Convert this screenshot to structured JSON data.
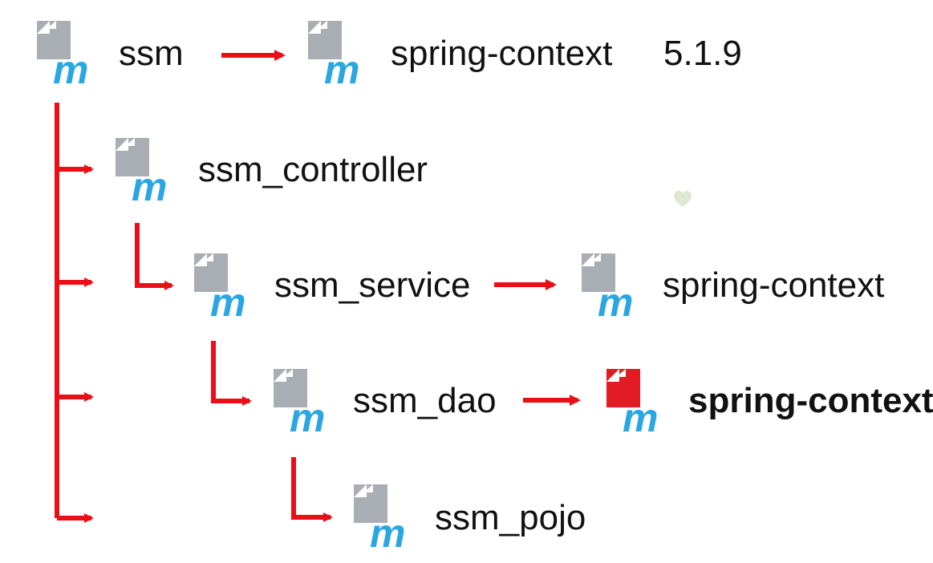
{
  "nodes": {
    "ssm": {
      "label": "ssm"
    },
    "spring_context_top": {
      "label": "spring-context",
      "version": "5.1.9"
    },
    "ssm_controller": {
      "label": "ssm_controller"
    },
    "ssm_service": {
      "label": "ssm_service"
    },
    "spring_context_service": {
      "label": "spring-context"
    },
    "ssm_dao": {
      "label": "ssm_dao"
    },
    "spring_context_dao": {
      "label": "spring-context"
    },
    "ssm_pojo": {
      "label": "ssm_pojo"
    }
  },
  "icons": {
    "maven_icon": "maven-icon",
    "maven_icon_highlight": "maven-icon-highlighted",
    "heart_icon": "heart-icon"
  },
  "colors": {
    "arrow": "#ea0f17",
    "doc_gray": "#a8aeb3",
    "doc_red": "#e21b24",
    "m_blue": "#2aa7e2",
    "heart": "#dfe8d3"
  }
}
